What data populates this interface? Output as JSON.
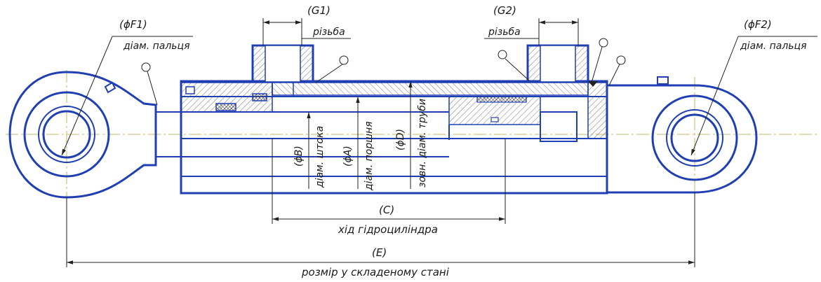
{
  "labels": {
    "g1": "(G1)",
    "g1_desc": "різьба",
    "g2": "(G2)",
    "g2_desc": "різьба",
    "f1": "(ϕF1)",
    "f1_desc": "діам. пальця",
    "f2": "(ϕF2)",
    "f2_desc": "діам. пальця",
    "b": "(ϕB)",
    "b_desc": "діам. штока",
    "a": "(ϕA)",
    "a_desc": "діам. поршня",
    "d": "(ϕD)",
    "d_desc": "зовн. діам. труби",
    "c": "(C)",
    "c_desc": "хід гідроциліндра",
    "e": "(E)",
    "e_desc": "розмір у складеному стані"
  },
  "colors": {
    "outline": "#1f3fb3",
    "hatch": "#555555",
    "dimension": "#222222",
    "centerline": "#b8a23a"
  }
}
